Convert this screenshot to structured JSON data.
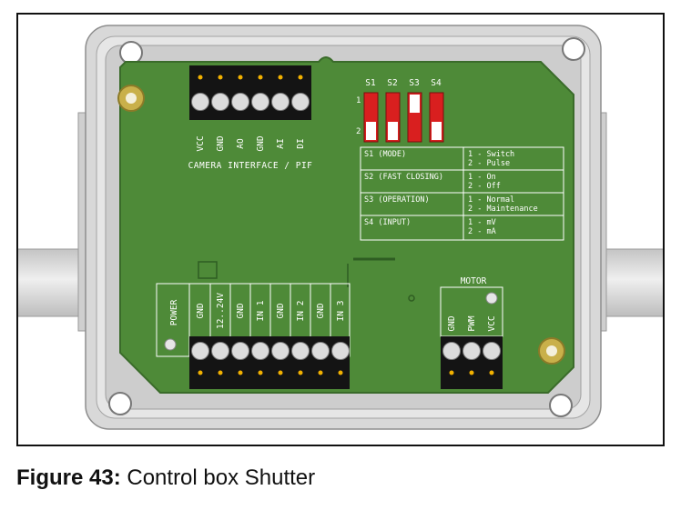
{
  "colors": {
    "pcb_green": "#4e8a38",
    "pcb_edge": "#3a6b2a",
    "housing": "#d6d6d6",
    "terminal_black": "#141414",
    "dip_red": "#d91f1f",
    "silkscreen": "#ffffff",
    "screw_brass": "#c9b04a"
  },
  "camera_connector": {
    "pins": [
      "VCC",
      "GND",
      "AO",
      "GND",
      "AI",
      "DI"
    ],
    "label": "CAMERA INTERFACE / PIF"
  },
  "dip_switch": {
    "switches": [
      "S1",
      "S2",
      "S3",
      "S4"
    ],
    "row_labels": [
      "1",
      "2"
    ],
    "positions": [
      "2",
      "2",
      "1",
      "2"
    ]
  },
  "settings_table": [
    {
      "name": "S1 (MODE)",
      "options": [
        "1 - Switch",
        "2 - Pulse"
      ]
    },
    {
      "name": "S2 (FAST CLOSING)",
      "options": [
        "1 - On",
        "2 - Off"
      ]
    },
    {
      "name": "S3 (OPERATION)",
      "options": [
        "1 - Normal",
        "2 - Maintenance"
      ]
    },
    {
      "name": "S4 (INPUT)",
      "options": [
        "1 - mV",
        "2 - mA"
      ]
    }
  ],
  "power_connector": {
    "label": "POWER",
    "pins": [
      "GND",
      "12..24V",
      "GND",
      "IN 1",
      "GND",
      "IN 2",
      "GND",
      "IN 3"
    ]
  },
  "motor_connector": {
    "label": "MOTOR",
    "pins": [
      "GND",
      "PWM",
      "VCC"
    ]
  },
  "caption": {
    "figure_label": "Figure 43:",
    "text": " Control box Shutter"
  }
}
